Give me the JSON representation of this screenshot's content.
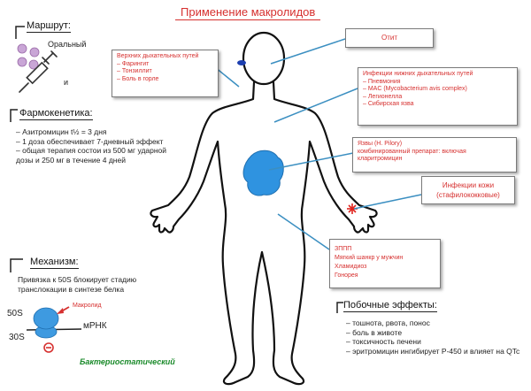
{
  "title": "Применение макролидов",
  "route": {
    "heading": "Маршрут:",
    "oral": "Оральный",
    "and": "и"
  },
  "pharmacokinetics": {
    "heading": "Фармокенетика:",
    "items": [
      "– Азитромицин t½ = 3 дня",
      "– 1 доза обеспечивает 7-дневный эффект",
      "– общая терапия состои из 500 мг ударной дозы и 250 мг в течение 4 дней"
    ]
  },
  "mechanism": {
    "heading": "Механизм:",
    "text": "Привязка к 50S блокирует стадию транслокации в синтезе белка",
    "label_50s": "50S",
    "label_30s": "30S",
    "label_mrna": "мРНК",
    "label_macrolide": "Макролид",
    "bacteriostatic": "Бактериостатический"
  },
  "side_effects": {
    "heading": "Побочные эффекты:",
    "items": [
      "– тошнота, рвота, понос",
      "– боль в животе",
      "– токсичность печени",
      "– эритромицин ингибирует P-450 и влияет на QTc"
    ]
  },
  "boxes": {
    "upper_resp": {
      "header": "Верхних дыхательных путей",
      "items": [
        "– Фарингит",
        "– Тонзиллит",
        "– Боль в горле"
      ]
    },
    "otitis": {
      "label": "Отит"
    },
    "lower_resp": {
      "header": "Инфекции нижних дыхательных путей",
      "items": [
        "– Пневмония",
        "– MAC (Mycobacterium avis complex)",
        "– Легионелла",
        "– Сибирская язва"
      ]
    },
    "ulcers": {
      "header": "Язвы (H. Pilory)",
      "text": "комбинированный препарат: включая кларитромицин"
    },
    "skin": {
      "label": "Инфекции кожи (стафилококковые)"
    },
    "sti": {
      "items": [
        "ЗППП",
        "Мягкий шанкр у мужчин",
        "Хламидиоз",
        "Гонорея"
      ]
    }
  },
  "colors": {
    "accent_red": "#d6302f",
    "leader_blue": "#3b8fc1",
    "stomach_blue": "#2f93e0",
    "green_text": "#1a8a2a"
  }
}
